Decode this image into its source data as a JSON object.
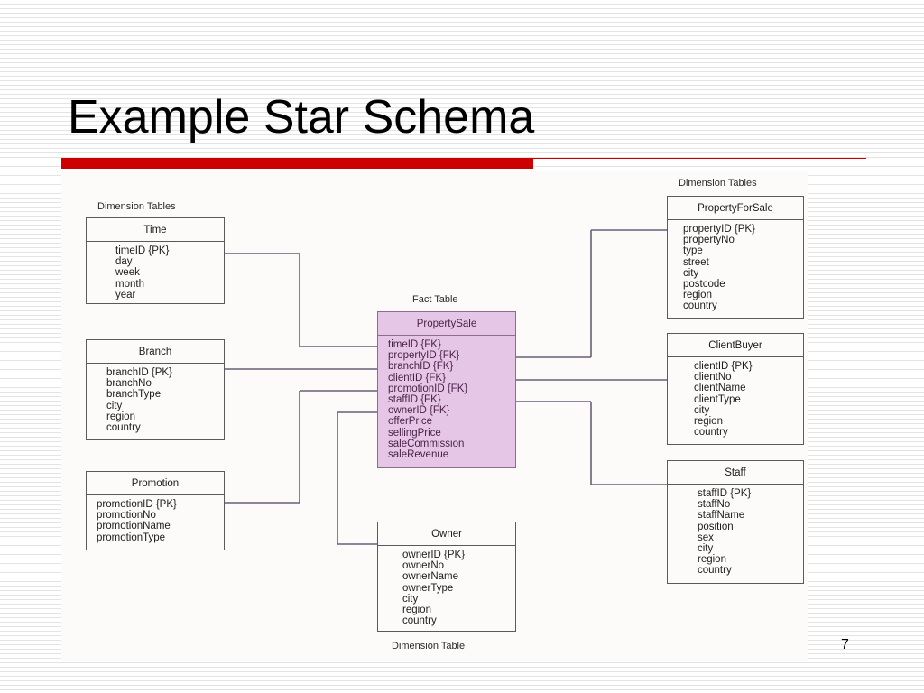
{
  "slide": {
    "title": "Example Star Schema",
    "page_number": "7"
  },
  "colors": {
    "title_bar": "#cc0000",
    "fact_table_fill": "#e5c6e6",
    "connector": "#6a5f78"
  },
  "diagram": {
    "labels": {
      "dimension_tables_left": "Dimension Tables",
      "dimension_tables_right": "Dimension Tables",
      "fact_table": "Fact Table",
      "dimension_table_bottom": "Dimension Table"
    },
    "tables": {
      "time": {
        "name": "Time",
        "attributes": [
          "timeID {PK}",
          "day",
          "week",
          "month",
          "year"
        ]
      },
      "branch": {
        "name": "Branch",
        "attributes": [
          "branchID {PK}",
          "branchNo",
          "branchType",
          "city",
          "region",
          "country"
        ]
      },
      "promotion": {
        "name": "Promotion",
        "attributes": [
          "promotionID {PK}",
          "promotionNo",
          "promotionName",
          "promotionType"
        ]
      },
      "property_sale": {
        "name": "PropertySale",
        "attributes": [
          "timeID {FK}",
          "propertyID {FK}",
          "branchID {FK}",
          "clientID {FK}",
          "promotionID {FK}",
          "staffID {FK}",
          "ownerID {FK}",
          "offerPrice",
          "sellingPrice",
          "saleCommission",
          "saleRevenue"
        ]
      },
      "owner": {
        "name": "Owner",
        "attributes": [
          "ownerID {PK}",
          "ownerNo",
          "ownerName",
          "ownerType",
          "city",
          "region",
          "country"
        ]
      },
      "property_for_sale": {
        "name": "PropertyForSale",
        "attributes": [
          "propertyID {PK}",
          "propertyNo",
          "type",
          "street",
          "city",
          "postcode",
          "region",
          "country"
        ]
      },
      "client_buyer": {
        "name": "ClientBuyer",
        "attributes": [
          "clientID {PK}",
          "clientNo",
          "clientName",
          "clientType",
          "city",
          "region",
          "country"
        ]
      },
      "staff": {
        "name": "Staff",
        "attributes": [
          "staffID {PK}",
          "staffNo",
          "staffName",
          "position",
          "sex",
          "city",
          "region",
          "country"
        ]
      }
    }
  }
}
